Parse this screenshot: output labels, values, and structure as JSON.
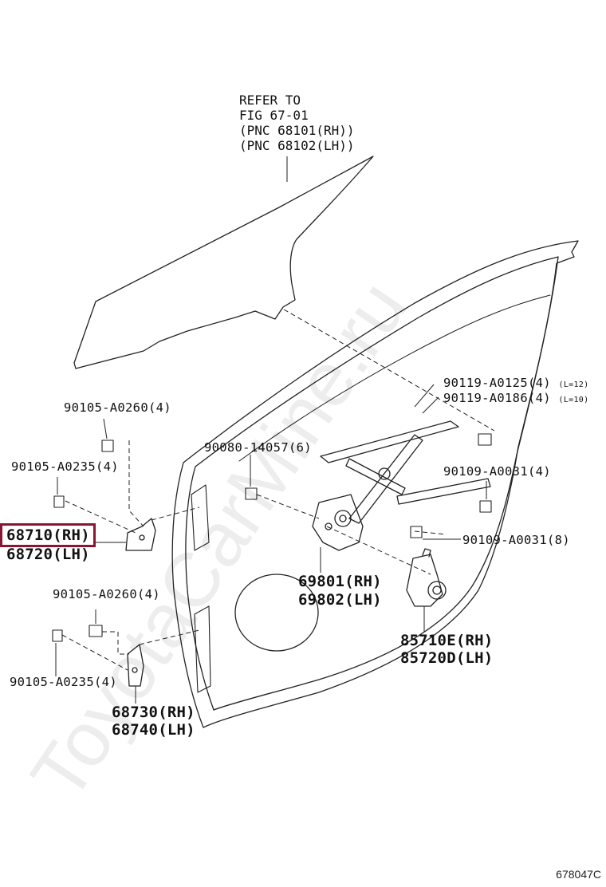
{
  "refer": {
    "line1": "REFER TO",
    "line2": "FIG 67-01",
    "line3": "(PNC 68101(RH))",
    "line4": "(PNC 68102(LH))"
  },
  "labels": {
    "p90119_a0125": "90119-A0125(4)",
    "p90119_a0125_note": "(L=12)",
    "p90119_a0186": "90119-A0186(4)",
    "p90119_a0186_note": "(L=10)",
    "p90105_a0260_top": "90105-A0260(4)",
    "p90080_14057": "90080-14057(6)",
    "p90105_a0235_top": "90105-A0235(4)",
    "p90109_a0031_4": "90109-A0031(4)",
    "p68710": "68710(RH)",
    "p68720": "68720(LH)",
    "p90109_a0031_8": "90109-A0031(8)",
    "p69801": "69801(RH)",
    "p69802": "69802(LH)",
    "p90105_a0260_bot": "90105-A0260(4)",
    "p85710e": "85710E(RH)",
    "p85720d": "85720D(LH)",
    "p90105_a0235_bot": "90105-A0235(4)",
    "p68730": "68730(RH)",
    "p68740": "68740(LH)"
  },
  "highlight_color": "#8a1436",
  "watermark": "ToyotaCarMine.ru",
  "diagram_id": "678047C"
}
